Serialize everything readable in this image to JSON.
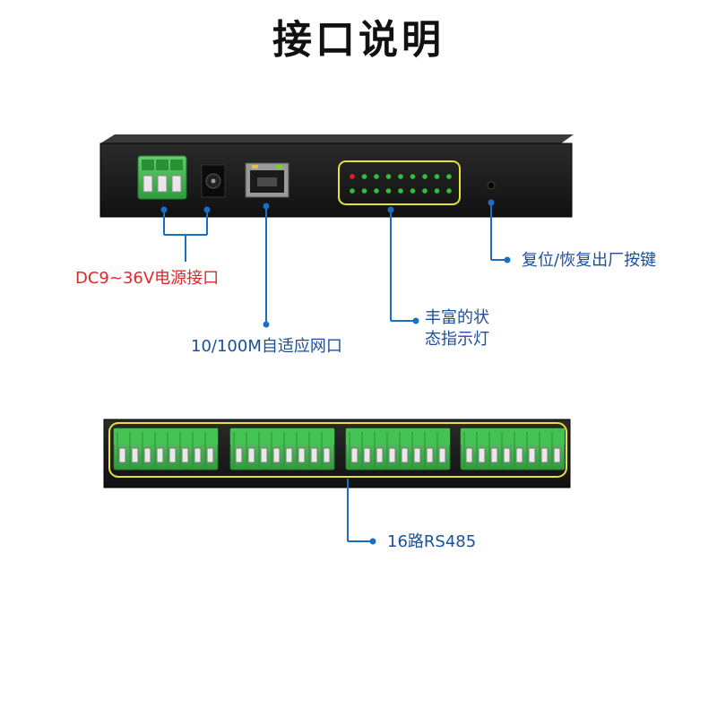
{
  "title": "接口说明",
  "labels": {
    "power": "DC9~36V电源接口",
    "network": "10/100M自适应网口",
    "status_line1": "丰富的状",
    "status_line2": "态指示灯",
    "reset": "复位/恢复出厂按键",
    "rs485": "16路RS485"
  },
  "colors": {
    "device_body": "#1c1c1c",
    "terminal_green": "#3cb54a",
    "highlight_yellow": "#e6e03a",
    "callout_blue": "#1b6fc2",
    "power_red": "#e0262b"
  },
  "leds": {
    "red_count": 1,
    "green_count": 17
  }
}
